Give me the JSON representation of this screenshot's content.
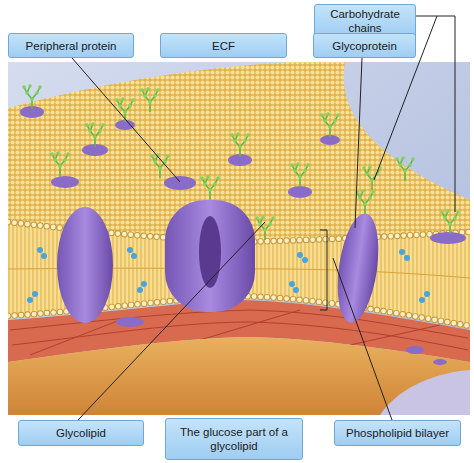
{
  "diagram": {
    "nodes": [
      {
        "text": [
          "Carbohydrate chains"
        ]
      },
      {
        "text": [
          "Peripheral protein"
        ]
      },
      {
        "text": [
          "ECF"
        ]
      },
      {
        "text": [
          "Glycoprotein"
        ]
      },
      {
        "text": [
          "Glycolipid"
        ]
      },
      {
        "text": [
          "The glucose part of a glycolipid"
        ]
      },
      {
        "text": [
          "Phospholipid bilayer"
        ]
      }
    ]
  }
}
